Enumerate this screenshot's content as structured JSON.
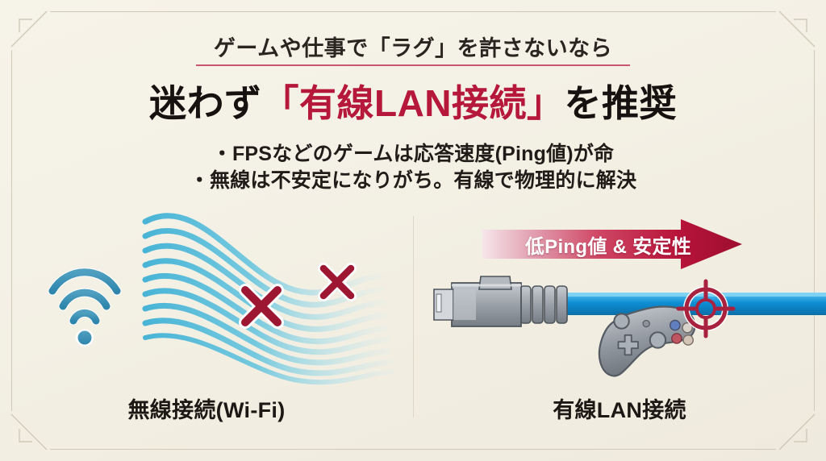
{
  "slide": {
    "kicker": "ゲームや仕事で「ラグ」を許さないなら",
    "headline_pre": "迷わず",
    "headline_em": "「有線LAN接続」",
    "headline_post": "を推奨",
    "bullets": [
      "・FPSなどのゲームは応答速度(Ping値)が命",
      "・無線は不安定になりがち。有線で物理的に解決"
    ],
    "arrow_label": "低Ping値 & 安定性",
    "caption_left": "無線接続(Wi-Fi)",
    "caption_right": "有線LAN接続",
    "icons": {
      "wifi": "wifi-icon",
      "waves": "signal-waves-icon",
      "cross_1": "red-x-icon",
      "cross_2": "red-x-icon",
      "rj45": "rj45-connector-icon",
      "cable": "ethernet-cable-icon",
      "gamepad": "gamepad-icon",
      "crosshair": "crosshair-icon",
      "arrow": "right-arrow-icon"
    },
    "colors": {
      "background": "#f4f1e6",
      "accent_red": "#b5183a",
      "accent_pink": "#c23a5c",
      "text_dark": "#17120f",
      "wifi_blue": "#3a8fb5",
      "wave_blue": "#5bbcd8",
      "cable_blue": "#1f8fd0",
      "connector_gray": "#9aa0a6",
      "frame_line": "#cfc9b8"
    }
  }
}
